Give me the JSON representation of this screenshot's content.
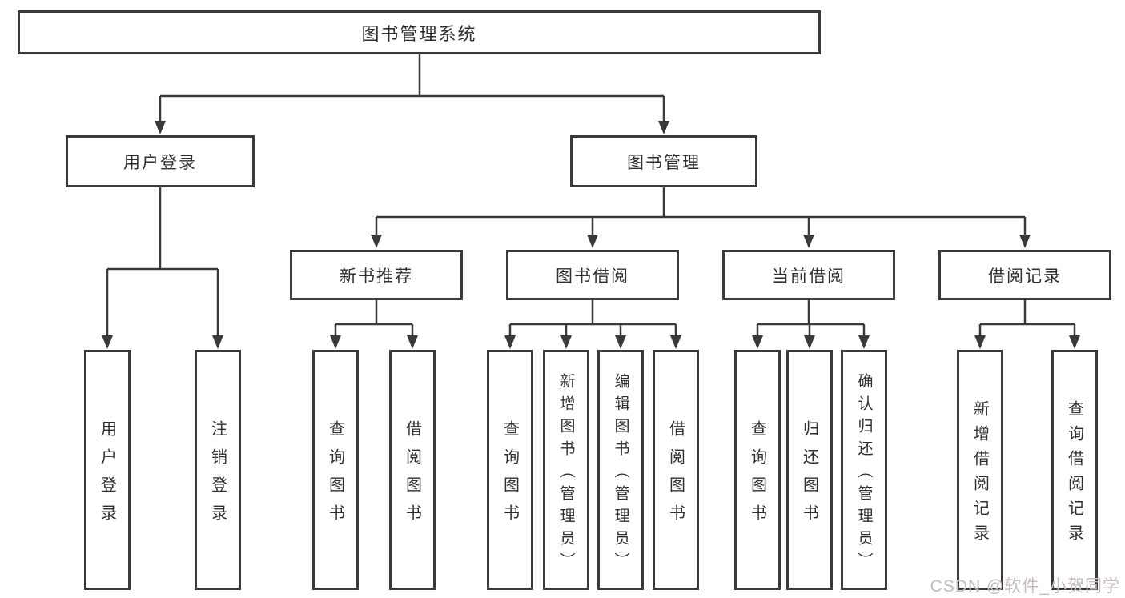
{
  "tree": {
    "root": "图书管理系统",
    "branches": [
      {
        "label": "用户登录",
        "leaves": [
          "用户登录",
          "注销登录"
        ]
      },
      {
        "label": "图书管理",
        "children": [
          {
            "label": "新书推荐",
            "leaves": [
              "查询图书",
              "借阅图书"
            ]
          },
          {
            "label": "图书借阅",
            "leaves": [
              "查询图书",
              "新增图书（管理员）",
              "编辑图书（管理员）",
              "借阅图书"
            ]
          },
          {
            "label": "当前借阅",
            "leaves": [
              "查询图书",
              "归还图书",
              "确认归还（管理员）"
            ]
          },
          {
            "label": "借阅记录",
            "leaves": [
              "新增借阅记录",
              "查询借阅记录"
            ]
          }
        ]
      }
    ]
  },
  "watermark": "CSDN @软件_小贺同学",
  "colors": {
    "line": "#3a3a3a",
    "border": "#3a3a3a",
    "text": "#2f2f2f",
    "watermark": "#c5bbbb",
    "background": "#ffffff"
  }
}
